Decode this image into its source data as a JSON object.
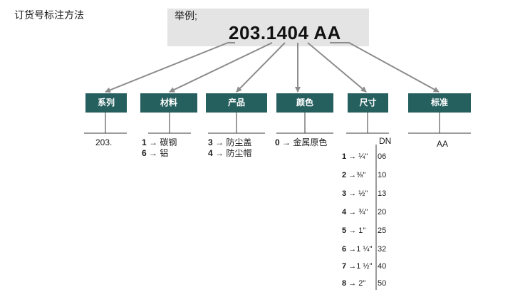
{
  "title": "订货号标注方法",
  "example": {
    "label": "举例;",
    "code": "203.1404 AA"
  },
  "categories": [
    {
      "name": "系列",
      "options": [
        {
          "code": "",
          "text": "203."
        }
      ]
    },
    {
      "name": "材料",
      "options": [
        {
          "code": "1",
          "text": "→ 碳钢"
        },
        {
          "code": "6",
          "text": "→ 铝"
        }
      ]
    },
    {
      "name": "产品",
      "options": [
        {
          "code": "3",
          "text": "→ 防尘盖"
        },
        {
          "code": "4",
          "text": "→ 防尘帽"
        }
      ]
    },
    {
      "name": "颜色",
      "options": [
        {
          "code": "0",
          "text": "→ 金属原色"
        }
      ]
    },
    {
      "name": "尺寸",
      "column_header": "DN"
    },
    {
      "name": "标准",
      "options": [
        {
          "code": "",
          "text": "AA"
        }
      ]
    }
  ],
  "sizes": [
    {
      "code": "1",
      "inch": "→ ¼\"",
      "dn": "06"
    },
    {
      "code": "2",
      "inch": "→⅜\"",
      "dn": "10"
    },
    {
      "code": "3",
      "inch": "→ ½\"",
      "dn": "13"
    },
    {
      "code": "4",
      "inch": "→ ¾\"",
      "dn": "20"
    },
    {
      "code": "5",
      "inch": "→ 1\"",
      "dn": "25"
    },
    {
      "code": "6",
      "inch": "→1 ¼\"",
      "dn": "32"
    },
    {
      "code": "7",
      "inch": "→1 ½\"",
      "dn": "40"
    },
    {
      "code": "8",
      "inch": "→ 2\"",
      "dn": "50"
    }
  ],
  "colors": {
    "box": "#255f5e",
    "arrow": "#8c8c8c",
    "example_bg": "#e4e4e4"
  }
}
